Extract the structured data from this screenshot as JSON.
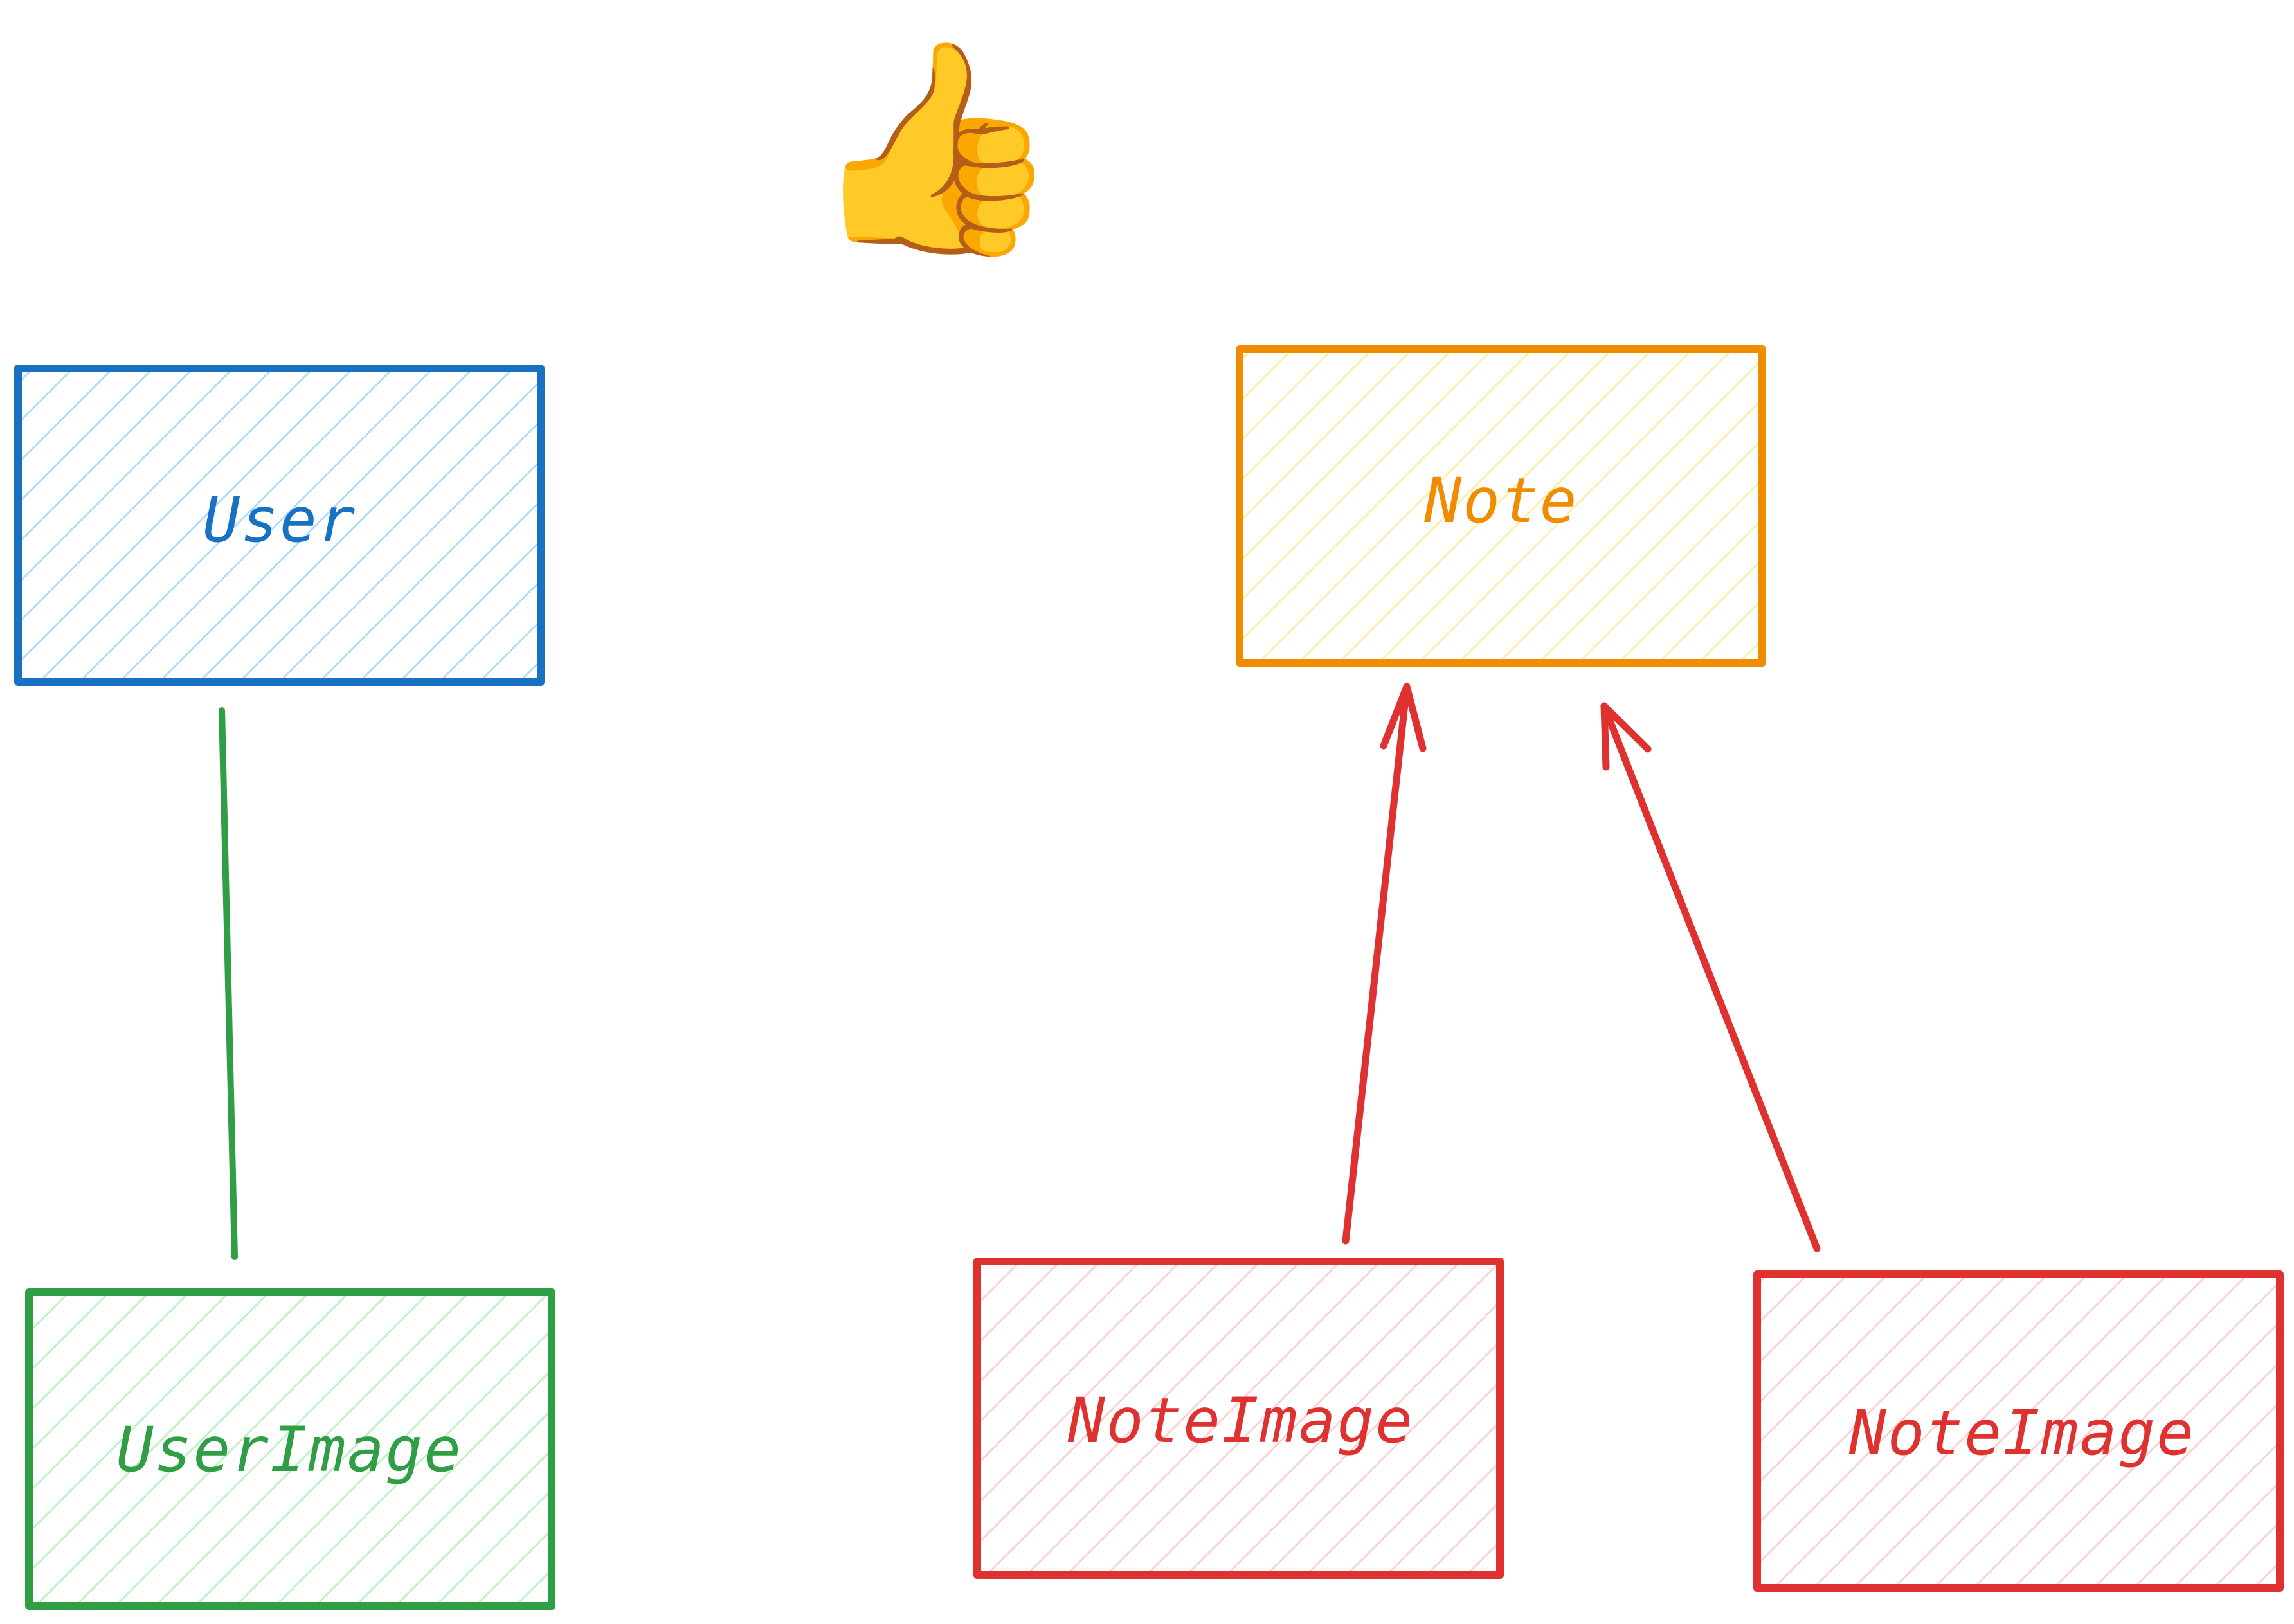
{
  "diagram": {
    "emoji": "👍",
    "nodes": [
      {
        "id": "user",
        "label": "User",
        "stroke": "#1971c2",
        "fill": "#a5d8ff"
      },
      {
        "id": "note",
        "label": "Note",
        "stroke": "#f08c00",
        "fill": "#ffec99"
      },
      {
        "id": "user-image",
        "label": "UserImage",
        "stroke": "#2f9e44",
        "fill": "#b2f2bb"
      },
      {
        "id": "note-image-1",
        "label": "NoteImage",
        "stroke": "#e03131",
        "fill": "#ffc9c9"
      },
      {
        "id": "note-image-2",
        "label": "NoteImage",
        "stroke": "#e03131",
        "fill": "#ffc9c9"
      }
    ],
    "edges": [
      {
        "from": "user",
        "to": "user-image",
        "color": "#2f9e44",
        "arrow": false
      },
      {
        "from": "note-image-1",
        "to": "note",
        "color": "#e03131",
        "arrow": true
      },
      {
        "from": "note-image-2",
        "to": "note",
        "color": "#e03131",
        "arrow": true
      }
    ]
  }
}
